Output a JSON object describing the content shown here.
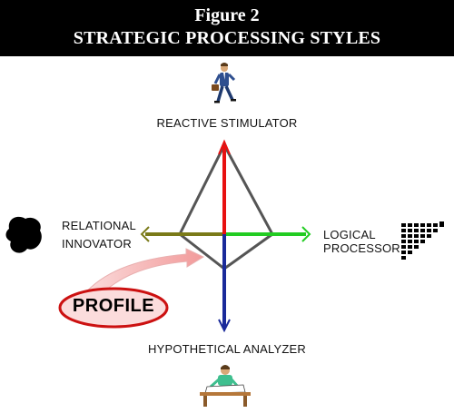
{
  "figure": {
    "number": "Figure 2",
    "title": "STRATEGIC PROCESSING STYLES"
  },
  "axes": {
    "top": "REACTIVE STIMULATOR",
    "bottom": "HYPOTHETICAL ANALYZER",
    "left_line1": "RELATIONAL",
    "left_line2": "INNOVATOR",
    "right_line1": "LOGICAL",
    "right_line2": "PROCESSOR"
  },
  "profile": {
    "label": "PROFILE"
  },
  "colors": {
    "up_arrow": "#e81010",
    "down_arrow": "#1a2a9a",
    "right_arrow": "#22cc22",
    "left_arrow": "#7a7a18",
    "diamond": "#555555",
    "profile_pink": "#f4aaaa",
    "profile_oval_border": "#cc1111"
  },
  "icons": {
    "top": "businessman-walking-icon",
    "bottom": "person-writing-icon",
    "left": "black-blob-icon",
    "right": "staircase-grid-icon",
    "profile_arrow": "curved-arrow-icon"
  }
}
